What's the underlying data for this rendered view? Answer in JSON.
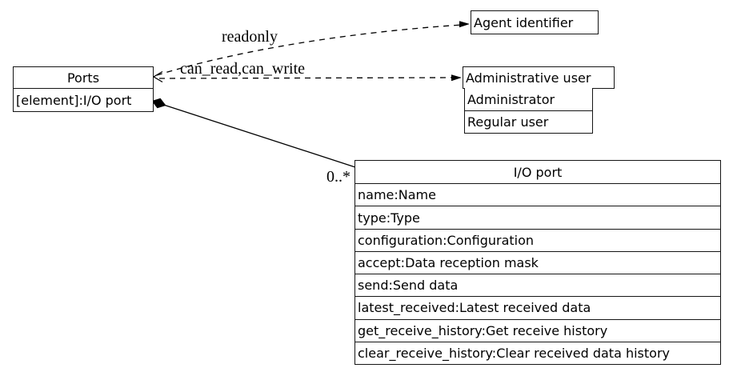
{
  "diagram": {
    "type": "uml-class-diagram",
    "colors": {
      "background": "#ffffff",
      "line": "#000000",
      "box_fill": "#ffffff"
    },
    "nodes": {
      "ports": {
        "title": "Ports",
        "attributes": [
          "[element]:I/O port"
        ]
      },
      "agent_identifier": {
        "title": "Agent identifier"
      },
      "administrative_user": {
        "title": "Administrative user",
        "values": [
          "Administrator",
          "Regular user"
        ]
      },
      "io_port": {
        "title": "I/O port",
        "attributes": [
          "name:Name",
          "type:Type",
          "configuration:Configuration",
          "accept:Data reception mask",
          "send:Send data",
          "latest_received:Latest received data",
          "get_receive_history:Get receive history",
          "clear_receive_history:Clear received data history"
        ]
      }
    },
    "edges": [
      {
        "label": "readonly",
        "style": "dashed-dependency",
        "from": "Ports",
        "to": "Agent identifier"
      },
      {
        "label": "can_read,can_write",
        "style": "dashed-dependency",
        "from": "Ports",
        "to": "Administrative user"
      },
      {
        "label": "0..*",
        "style": "composition",
        "from": "Ports",
        "to": "I/O port"
      }
    ]
  }
}
